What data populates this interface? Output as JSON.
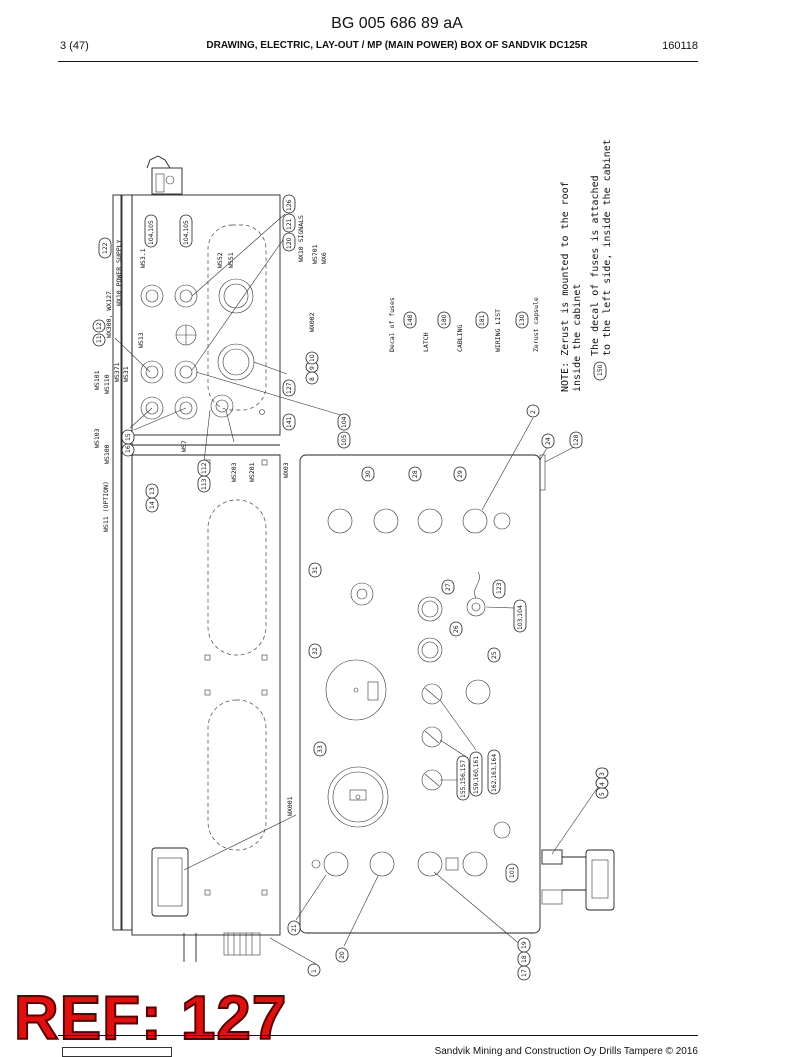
{
  "header": {
    "doc_number": "BG 005 686 89 aA",
    "page": "3 (47)",
    "title": "DRAWING, ELECTRIC, LAY-OUT / MP (MAIN POWER) BOX OF SANDVIK DC125R",
    "date": "160118"
  },
  "footer": {
    "copyright": "Sandvik Mining and Construction Oy Drills Tampere © 2016"
  },
  "overlay": {
    "ref_label": "REF: 127"
  },
  "drawing": {
    "left_labels": {
      "wx10_power_supply": "WX10 POWER SUPPLY",
      "wx300_wx127": "WX300, WX127",
      "ws3_1": "WS3.1",
      "ws13": "WS13",
      "ws371": "WS371",
      "ws31": "WS31",
      "ws110": "WS110",
      "ws101": "WS101",
      "ws103": "WS103",
      "ws100": "WS100",
      "ws11_option": "WS11 (OPTION)",
      "ws52": "WS52",
      "ws51": "WS51",
      "wx10_signals": "WX10 SIGNALS",
      "ws701": "WS701",
      "wx6": "WX6",
      "wx002": "WX002",
      "ws7": "WS7",
      "ws203": "WS203",
      "ws201": "WS201",
      "wx03": "WX03",
      "wx001": "WX001"
    },
    "callouts": {
      "c122": "122",
      "c104_105a": "104,105",
      "c104_105b": "104,105",
      "c126": "126",
      "c121": "121",
      "c120": "120",
      "c11": "11",
      "c12": "12",
      "c127": "127",
      "c8": "8",
      "c9": "9",
      "c10": "10",
      "c141": "141",
      "c105": "105",
      "c104": "104",
      "c15": "15",
      "c16": "16",
      "c14": "14",
      "c13": "13",
      "c113": "113",
      "c112": "112",
      "c2": "2",
      "c24": "24",
      "c128": "128",
      "c30": "30",
      "c28": "28",
      "c29": "29",
      "c31": "31",
      "c27": "27",
      "c123": "123",
      "c103_104": "103,104",
      "c26": "26",
      "c25": "25",
      "c32": "32",
      "c33": "33",
      "c155": "155,156,157",
      "c159": "159,160,161",
      "c162": "162,163,164",
      "c3": "3",
      "c4": "4",
      "c5": "5",
      "c101": "101",
      "c21": "21",
      "c20": "20",
      "c17": "17",
      "c18": "18",
      "c19": "19",
      "c1": "1",
      "c148": "148",
      "c180": "180",
      "c181": "181",
      "c130": "130",
      "c150": "150"
    },
    "legend": {
      "decal_of_fuses": "Decal of fuses",
      "latch": "LATCH",
      "cabling": "CABLING",
      "wiring_list": "WIRING LIST",
      "zerust_capsule": "Zerust capsule"
    },
    "notes": {
      "note1_line1": "NOTE: Zerust is mounted to the roof",
      "note1_line2": "inside the cabinet",
      "note2_line1": "The decal of fuses is attached",
      "note2_line2": "to the left side, inside the cabinet"
    }
  }
}
